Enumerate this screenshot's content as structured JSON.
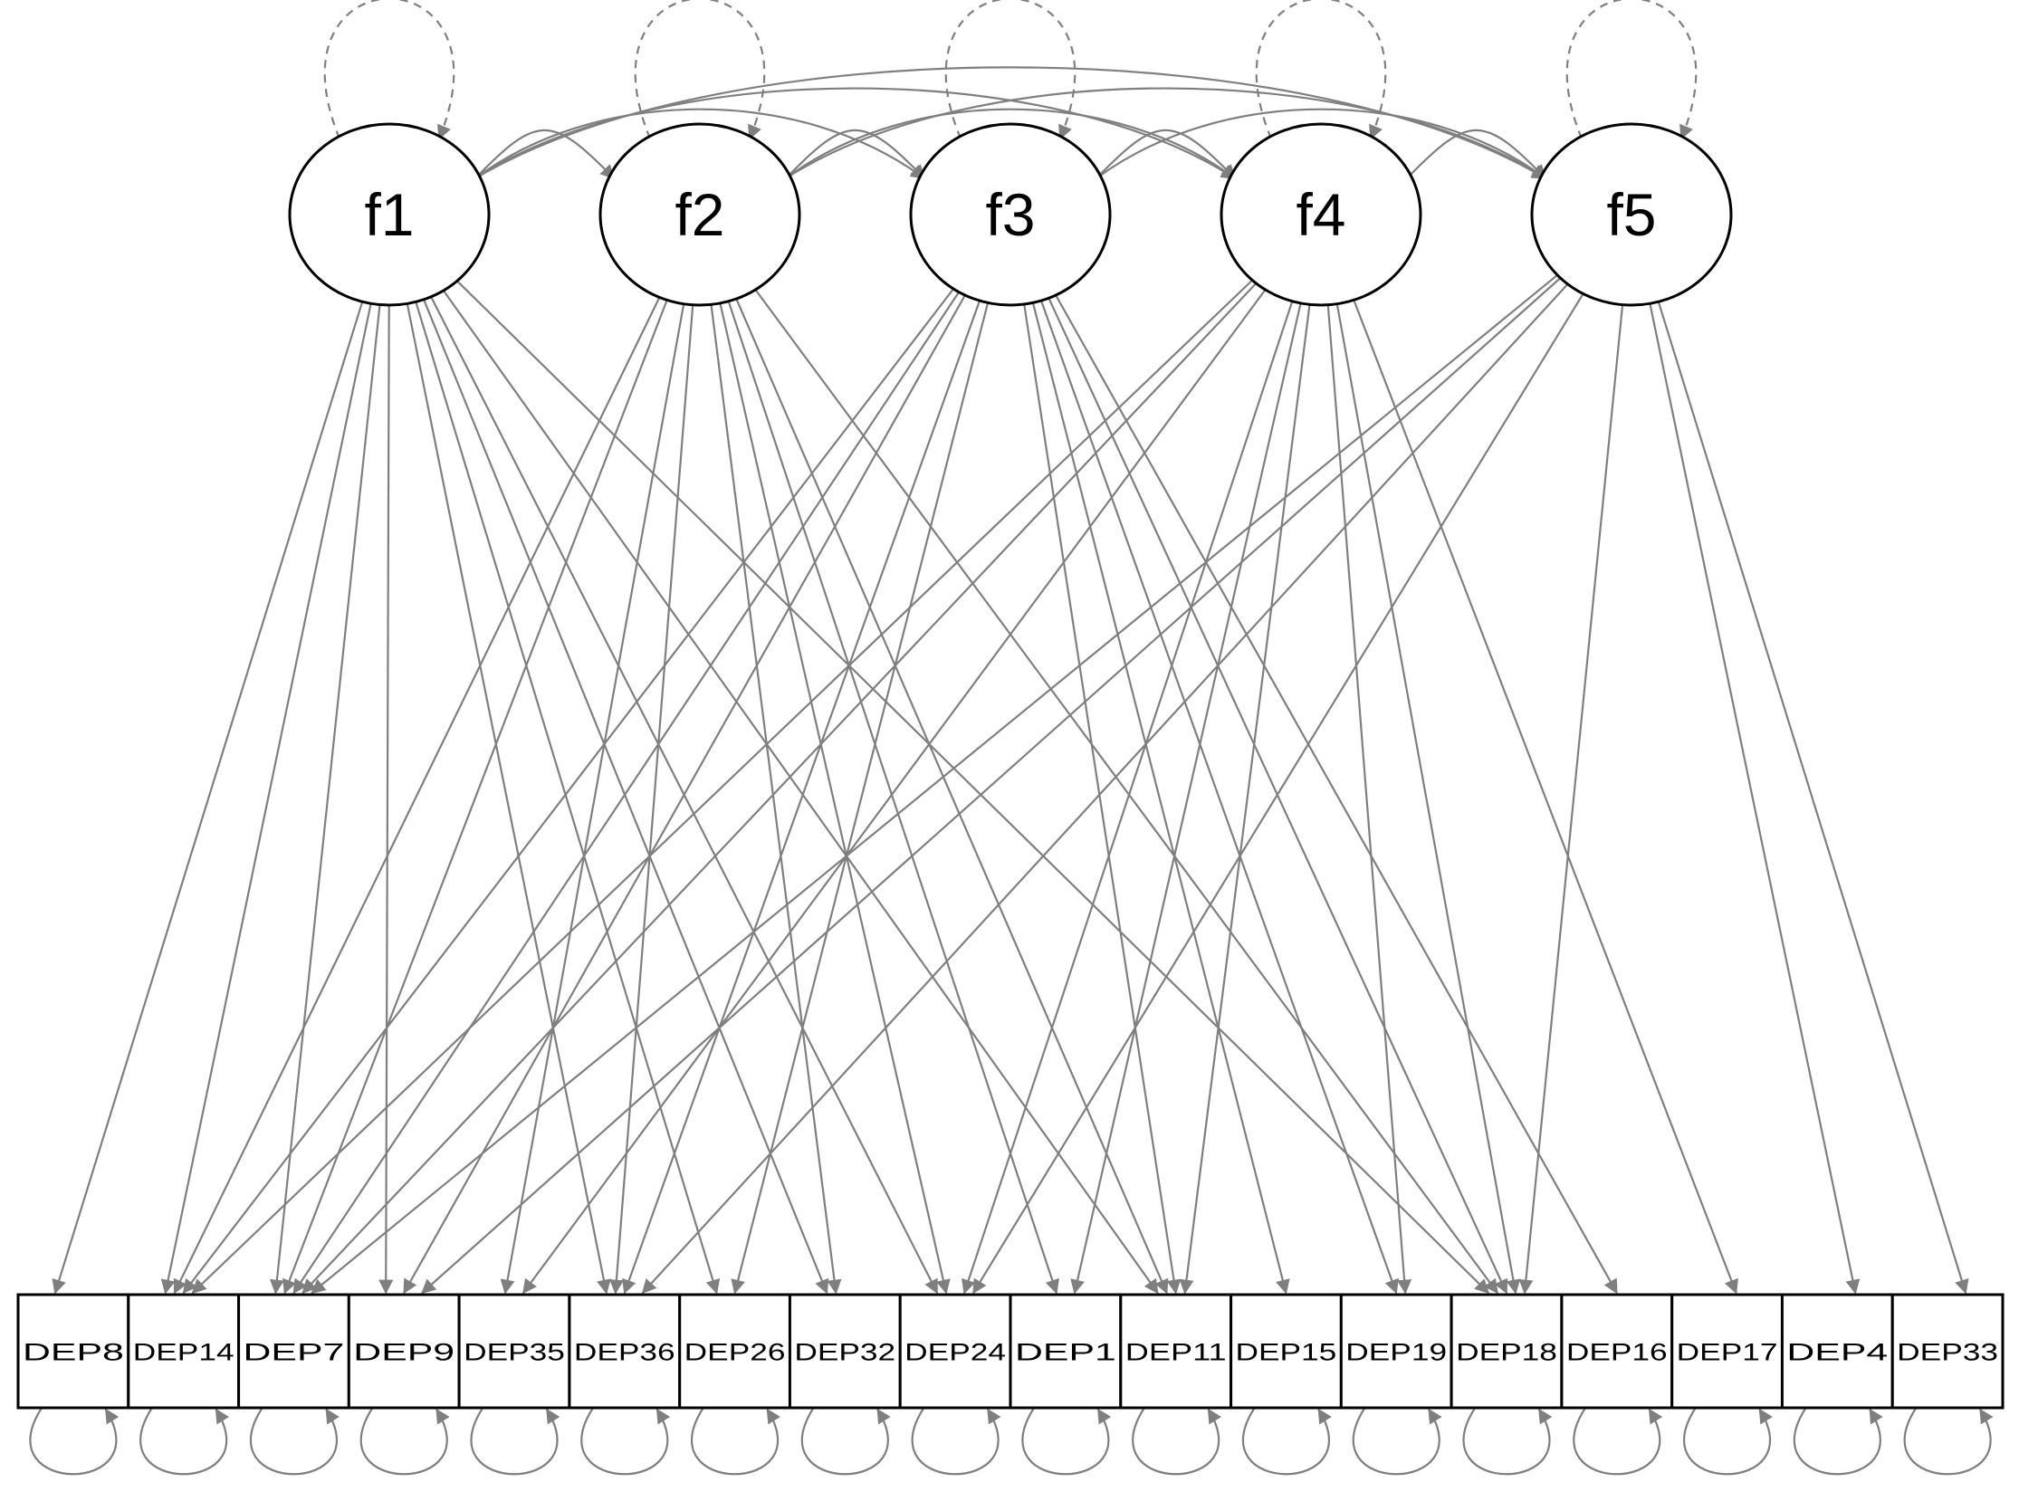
{
  "colors": {
    "edge": "#7f7f7f",
    "node_stroke": "#000000",
    "background": "#ffffff"
  },
  "factors": [
    "f1",
    "f2",
    "f3",
    "f4",
    "f5"
  ],
  "items": [
    "DEP8",
    "DEP14",
    "DEP7",
    "DEP9",
    "DEP35",
    "DEP36",
    "DEP26",
    "DEP32",
    "DEP24",
    "DEP1",
    "DEP11",
    "DEP15",
    "DEP19",
    "DEP18",
    "DEP16",
    "DEP17",
    "DEP4",
    "DEP33"
  ],
  "loadings": {
    "f1": [
      "DEP8",
      "DEP14",
      "DEP7",
      "DEP9",
      "DEP36",
      "DEP26",
      "DEP32",
      "DEP24",
      "DEP11",
      "DEP18"
    ],
    "f2": [
      "DEP14",
      "DEP7",
      "DEP35",
      "DEP36",
      "DEP32",
      "DEP24",
      "DEP1",
      "DEP11",
      "DEP18"
    ],
    "f3": [
      "DEP14",
      "DEP7",
      "DEP9",
      "DEP36",
      "DEP26",
      "DEP11",
      "DEP15",
      "DEP19",
      "DEP18",
      "DEP16"
    ],
    "f4": [
      "DEP14",
      "DEP7",
      "DEP35",
      "DEP24",
      "DEP1",
      "DEP11",
      "DEP19",
      "DEP18",
      "DEP17"
    ],
    "f5": [
      "DEP7",
      "DEP9",
      "DEP36",
      "DEP24",
      "DEP18",
      "DEP4",
      "DEP33"
    ]
  },
  "covariances": [
    [
      "f1",
      "f2"
    ],
    [
      "f1",
      "f3"
    ],
    [
      "f1",
      "f4"
    ],
    [
      "f1",
      "f5"
    ],
    [
      "f2",
      "f3"
    ],
    [
      "f2",
      "f4"
    ],
    [
      "f2",
      "f5"
    ],
    [
      "f3",
      "f4"
    ],
    [
      "f3",
      "f5"
    ],
    [
      "f4",
      "f5"
    ]
  ]
}
